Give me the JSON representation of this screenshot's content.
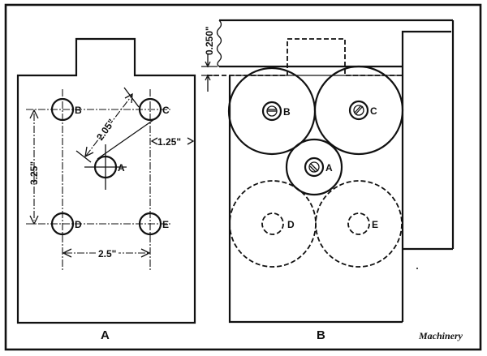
{
  "figure": {
    "credit": "Machinery",
    "views": [
      {
        "id": "A",
        "caption": "A",
        "description": "Drilling template plate with five hole positions",
        "holes": [
          {
            "label": "B"
          },
          {
            "label": "C"
          },
          {
            "label": "A"
          },
          {
            "label": "D"
          },
          {
            "label": "E"
          }
        ],
        "dimensions": {
          "vertical_BD": "3.25\"",
          "horizontal_DE": "2.5\"",
          "diagonal_AC": "2.05\"",
          "edge_offset": "1.25\""
        }
      },
      {
        "id": "B",
        "caption": "B",
        "description": "Gear train arrangement on plate",
        "gears": [
          {
            "label": "B",
            "style": "solid",
            "screw": "horizontal-slot"
          },
          {
            "label": "C",
            "style": "solid",
            "screw": "diagonal-slot"
          },
          {
            "label": "A",
            "style": "solid",
            "screw": "diagonal-slot"
          },
          {
            "label": "D",
            "style": "hidden"
          },
          {
            "label": "E",
            "style": "hidden"
          }
        ],
        "dimensions": {
          "clearance": "0.250\""
        }
      }
    ]
  }
}
